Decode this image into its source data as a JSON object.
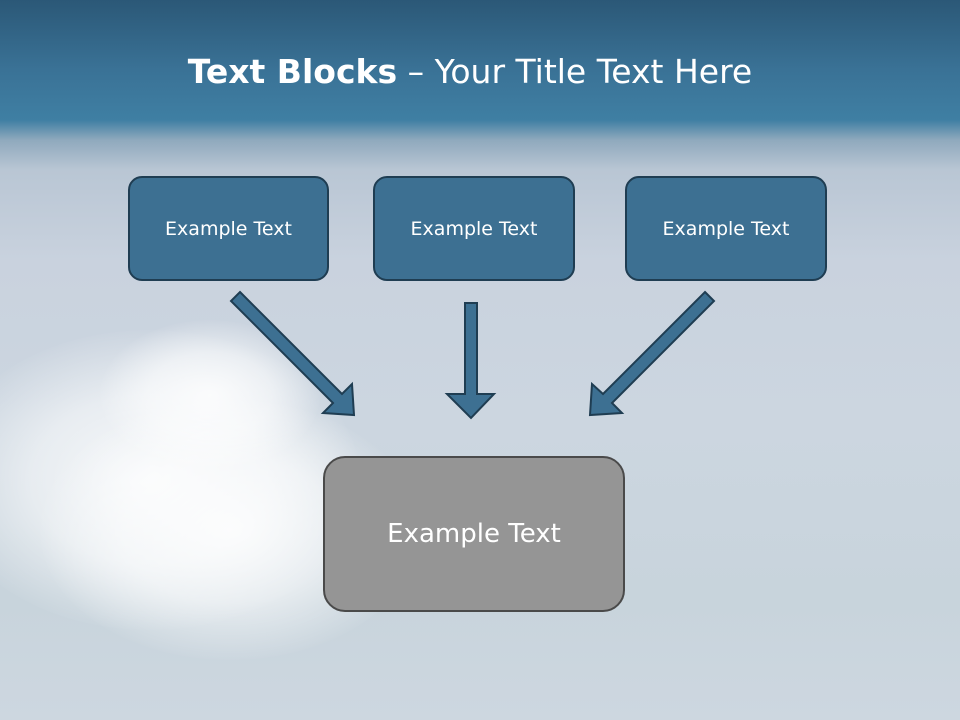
{
  "title": {
    "bold": "Text Blocks",
    "dash": " – ",
    "rest": "Your Title Text Here"
  },
  "boxes": [
    {
      "label": "Example Text"
    },
    {
      "label": "Example Text"
    },
    {
      "label": "Example Text"
    }
  ],
  "result_box": {
    "label": "Example Text"
  },
  "colors": {
    "box_fill": "#3d7092",
    "box_border": "#1f3d52",
    "arrow_fill": "#3d7092",
    "result_fill": "#959595",
    "header_band": "#3a7296"
  }
}
